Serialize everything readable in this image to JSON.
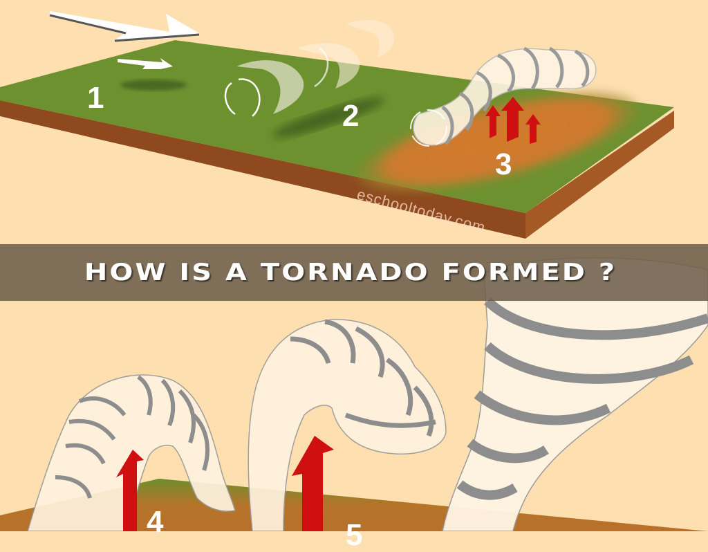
{
  "slide": {
    "title": "HOW IS A TORNADO FORMED ?",
    "background_color": "#FDDFB0",
    "banner_color": "#6E604B"
  },
  "diagram_top": {
    "steps": [
      {
        "label": "1",
        "description": "wind arrows over flat ground"
      },
      {
        "label": "2",
        "description": "rolling air with rotation arrows"
      },
      {
        "label": "3",
        "description": "horizontal vortex tube lifted by warm updrafts"
      }
    ],
    "watermark": "eschooltoday.com",
    "colors": {
      "ground_top": "#6E9130",
      "ground_side": "#8E4A1E",
      "warm_area": "#D27A2E",
      "updraft_arrow": "#D01010"
    }
  },
  "diagram_bottom": {
    "steps": [
      {
        "label": "4",
        "description": "vortex tube tilted upward by updraft"
      },
      {
        "label": "5",
        "description": "vortex stretched into vertical column"
      }
    ]
  }
}
